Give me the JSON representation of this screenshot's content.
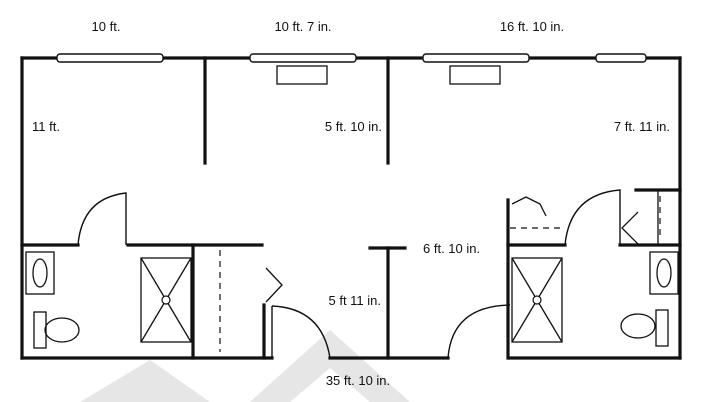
{
  "dimensions": {
    "top_left": "10 ft.",
    "top_middle": "10 ft. 7 in.",
    "top_right": "16 ft. 10 in.",
    "left_room": "11 ft.",
    "middle_room": "5 ft. 10 in.",
    "right_room": "7 ft. 11 in.",
    "hall_partition": "6 ft. 10 in.",
    "closet": "5 ft 11 in.",
    "overall": "35 ft. 10 in."
  }
}
